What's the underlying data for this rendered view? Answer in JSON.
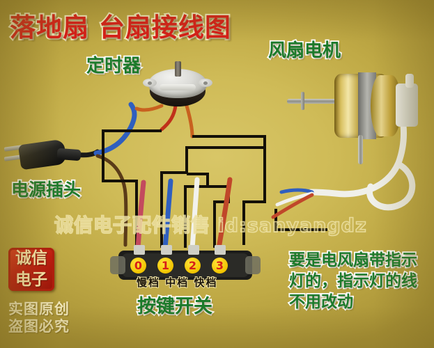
{
  "title": "落地扇 台扇接线图",
  "labels": {
    "timer": "定时器",
    "motor": "风扇电机",
    "plug": "电源插头",
    "switch": "按键开关",
    "gears": "慢档 中档 快档"
  },
  "note": "要是电风扇带指示\n灯的，指示灯的线\n不用改动",
  "watermark": "诚信电子配件销售 id:sanyangdz",
  "stamp": {
    "line1": "诚信",
    "line2": "电子"
  },
  "credit": "实图原创\n盗图必究",
  "switch": {
    "terminals": [
      {
        "number": "0",
        "wire_color": "#c34a5e"
      },
      {
        "number": "1",
        "wire_color": "#2f5fbf"
      },
      {
        "number": "2",
        "wire_color": "#f2f2ee"
      },
      {
        "number": "3",
        "wire_color": "#c0472a"
      }
    ]
  },
  "colors": {
    "background_center": "#d8c667",
    "background_edge": "#a89236",
    "title_red": "#d71d18",
    "title_outline": "#f5eec4",
    "label_green": "#1c7a2a",
    "label_outline": "#ffffff",
    "wire_black": "#141008",
    "wire_blue": "#2f5fbf",
    "wire_brown": "#5a3b18",
    "wire_red": "#c0472a",
    "wire_pink": "#c34a5e",
    "wire_white": "#f2f2ee",
    "terminal_badge": "#f2c400",
    "terminal_number": "#d71d18",
    "stamp_red": "#c21a10",
    "credit_cream": "#f0e6b8"
  }
}
